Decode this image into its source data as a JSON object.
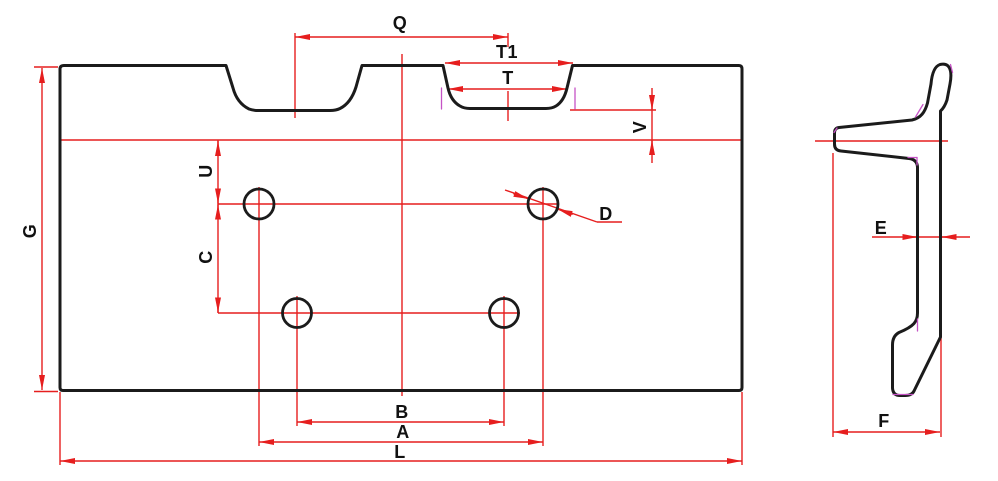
{
  "drawing": {
    "kind": "engineering-drawing",
    "views": [
      "front-view",
      "side-section-view"
    ],
    "dimension_labels": [
      "Q",
      "T1",
      "T",
      "V",
      "G",
      "U",
      "C",
      "D",
      "B",
      "A",
      "L",
      "E",
      "F"
    ]
  },
  "colors": {
    "outline": "#1b1b1b",
    "dimension": "#e61e1e",
    "fillet_mark": "#c553c5",
    "background": "#ffffff",
    "label": "#111111"
  },
  "labels": {
    "q": "Q",
    "t1": "T1",
    "t": "T",
    "v": "V",
    "g": "G",
    "u": "U",
    "c": "C",
    "d": "D",
    "b": "B",
    "a": "A",
    "l": "L",
    "e": "E",
    "f": "F"
  }
}
